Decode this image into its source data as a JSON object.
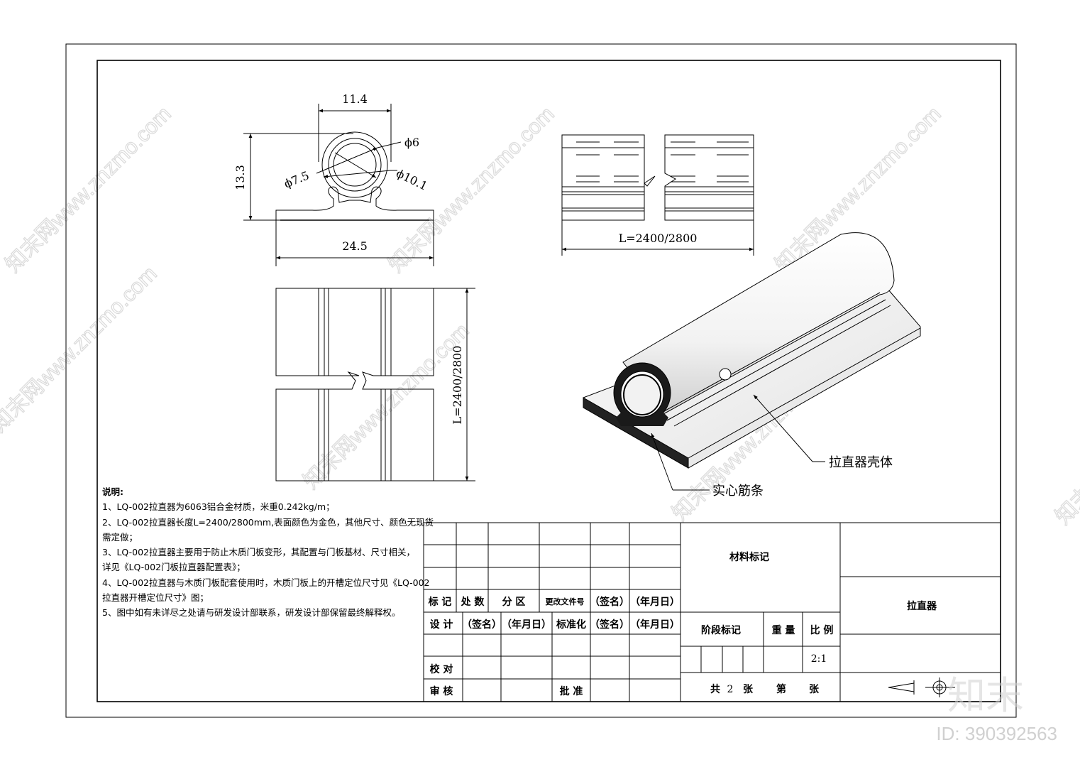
{
  "dimensions": {
    "width_11_4": "11.4",
    "height_13_3": "13.3",
    "dia_6": "ϕ6",
    "dia_7_5": "ϕ7.5",
    "dia_10_1": "ϕ10.1",
    "width_24_5": "24.5",
    "length_side": "L=2400/2800",
    "length_top": "L=2400/2800"
  },
  "callouts": {
    "shell": "拉直器壳体",
    "rib": "实心筋条"
  },
  "notes": {
    "title": "说明:",
    "lines": [
      "1、LQ-002拉直器为6063铝合金材质，米重0.242kg/m；",
      "2、LQ-002拉直器长度L=2400/2800mm,表面颜色为金色，其他尺寸、颜色无现货",
      "需定做；",
      "3、LQ-002拉直器主要用于防止木质门板变形，其配置与门板基材、尺寸相关，",
      "详见《LQ-002门板拉直器配置表》；",
      "4、LQ-002拉直器与木质门板配套使用时，木质门板上的开槽定位尺寸见《LQ-002",
      "拉直器开槽定位尺寸》图；",
      "5、图中如有未详尽之处请与研发设计部联系，研发设计部保留最终解释权。"
    ]
  },
  "title_block": {
    "rev_headers": [
      "标 记",
      "处 数",
      "分 区",
      "更改文件号",
      "（签名）",
      "（年月日）"
    ],
    "design": "设 计",
    "design_sign": "（签名）",
    "design_date": "（年月日）",
    "standard": "标准化",
    "standard_sign": "（签名）",
    "standard_date": "（年月日）",
    "check": "校 对",
    "review": "审 核",
    "approve": "批 准",
    "material": "材料标记",
    "stage": "阶段标记",
    "weight": "重 量",
    "ratio_label": "比 例",
    "ratio": "2:1",
    "sheets_total_pre": "共",
    "sheets_total": "2",
    "sheets_total_post": "张",
    "sheet_no_pre": "第",
    "sheet_no_post": "张",
    "part_name": "拉直器"
  },
  "watermark": {
    "text": "知末网www.znzmo.com",
    "logo": "知末",
    "id": "ID: 390392563"
  }
}
